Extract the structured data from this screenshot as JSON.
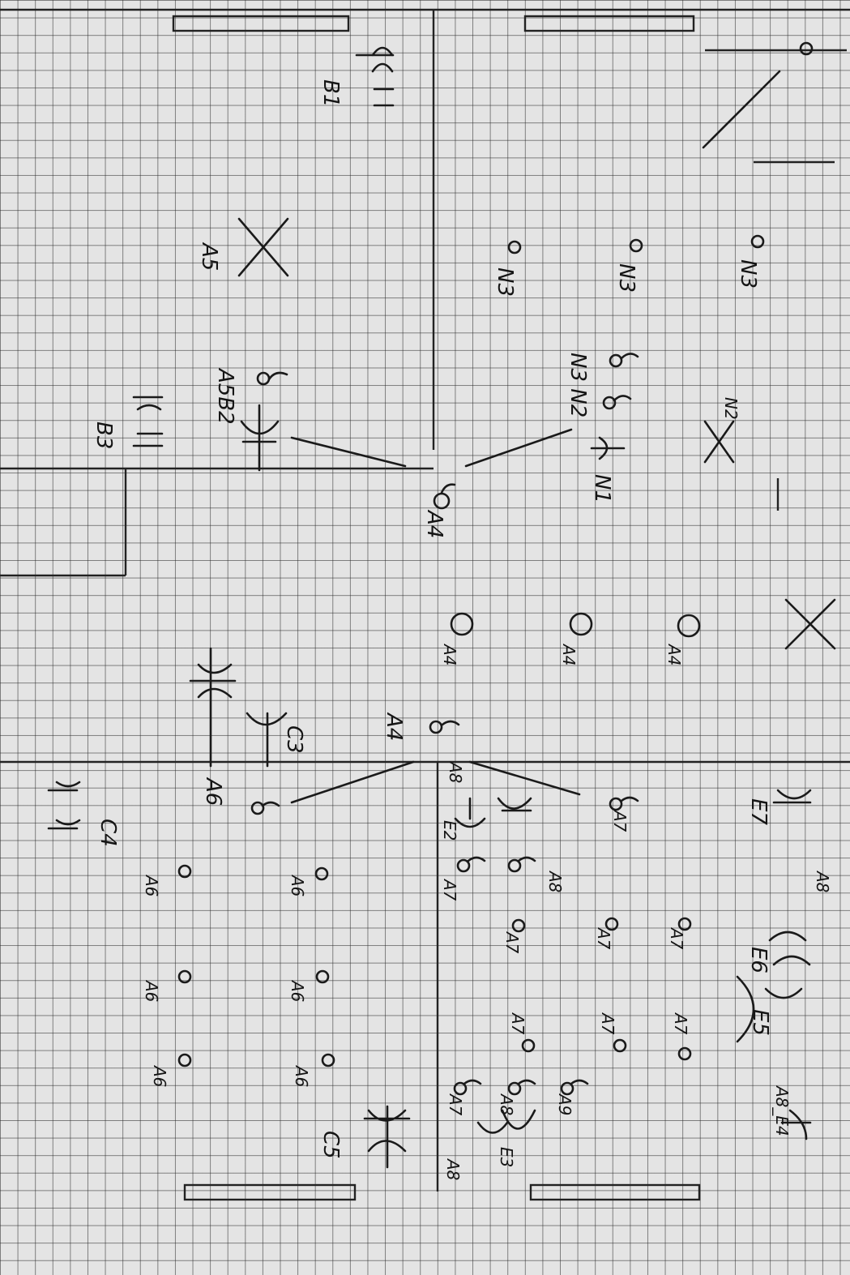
{
  "sheet": {
    "labels": {
      "b1": "B1",
      "n3_top": "N3",
      "n3_mid": "N3",
      "n3_left": "N3",
      "a5_x": "A5",
      "n3_n2": "N3 N2",
      "n2": "N2",
      "n1": "N1",
      "a5b2": "A5B2",
      "b3": "B3",
      "a4_main": "A4",
      "a4_r": "A4",
      "a4_m": "A4",
      "a4_l": "A4",
      "a4_lower": "A4",
      "c3": "C3",
      "a6_top": "A6",
      "a8_mid": "A8",
      "e2": "E2",
      "a7_a": "A7",
      "e7": "E7",
      "a8_top": "A8",
      "a8_b": "A8",
      "a7_b": "A7",
      "a7_c": "A7",
      "a7_d": "A7",
      "a7_e": "A7",
      "e6": "E6",
      "c4": "C4",
      "a6_1": "A6",
      "a6_2": "A6",
      "a6_3": "A6",
      "a6_4": "A6",
      "a6_5": "A6",
      "a6_6": "A6",
      "a7_f": "A7",
      "a7_g": "A7",
      "a7_h": "A7",
      "e5": "E5",
      "a8_e4": "A8_E4",
      "a9": "A9",
      "a8_c": "A8",
      "a7_i": "A7",
      "e3": "E3",
      "a8_d": "A8",
      "c5": "C5"
    }
  }
}
